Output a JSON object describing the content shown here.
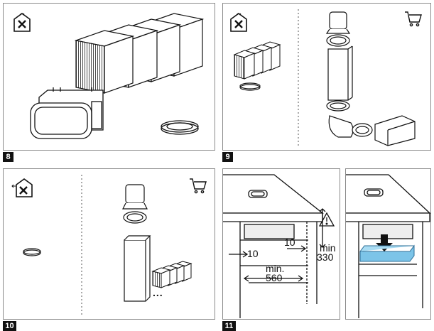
{
  "steps": [
    {
      "number": "8"
    },
    {
      "number": "9"
    },
    {
      "number": "10"
    },
    {
      "number": "11"
    }
  ],
  "icons": {
    "no_recirculation": "house-crossed-icon",
    "recirculation_out": "house-crossed-arrow-icon",
    "accessory": "shopping-cart-icon",
    "warning": "warning-triangle-icon"
  },
  "panel10": {
    "ellipsis": "..."
  },
  "panel11": {
    "dim_left": "10",
    "dim_right": "10",
    "min_width_label": "min.",
    "min_width_value": "560",
    "min_height_label": "min",
    "min_height_value": "330"
  },
  "colors": {
    "accent_blue": "#7cc4e8",
    "line": "#1a1a1a",
    "frame": "#8a8a8a"
  }
}
